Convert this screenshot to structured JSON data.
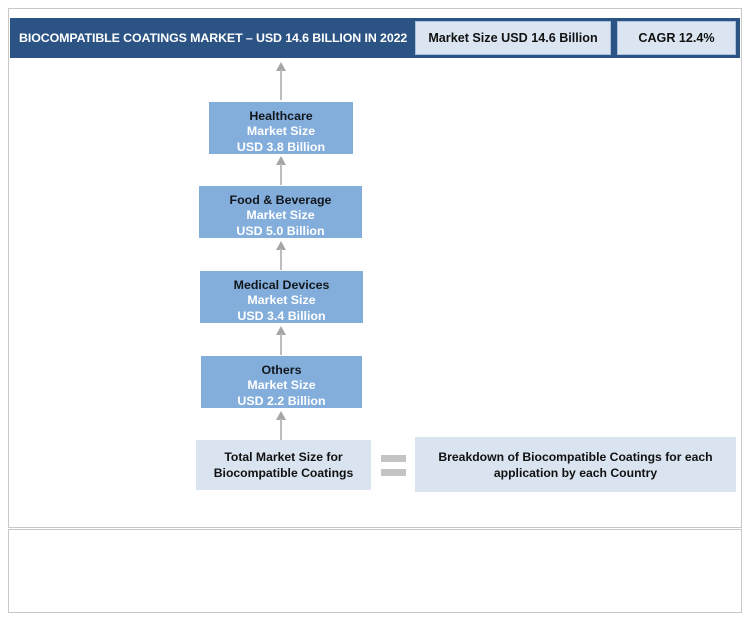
{
  "header": {
    "title": "BIOCOMPATIBLE COATINGS MARKET – USD 14.6 BILLION IN 2022",
    "chips": [
      {
        "label": "Market Size USD 14.6 Billion"
      },
      {
        "label": "CAGR 12.4%"
      }
    ],
    "bar_color": "#2b5384",
    "chip_color": "#dbe5f1"
  },
  "chart_data": {
    "type": "bar",
    "title": "BIOCOMPATIBLE COATINGS MARKET – USD 14.6 BILLION IN 2022",
    "xlabel": "",
    "ylabel": "",
    "categories": [
      "Healthcare",
      "Food & Beverage",
      "Medical Devices",
      "Others"
    ],
    "values": [
      3.8,
      5.0,
      3.4,
      2.2
    ],
    "unit": "USD Billion",
    "total": 14.6,
    "cagr": "12.4%",
    "legend": [],
    "grid": false,
    "note": "Stacked segment callouts sized by market value; total market 14.6 billion"
  },
  "segments": [
    {
      "name": "Healthcare",
      "sub1": "Market Size",
      "sub2": "USD 3.8 Billion"
    },
    {
      "name": "Food & Beverage",
      "sub1": "Market Size",
      "sub2": "USD 5.0 Billion"
    },
    {
      "name": "Medical Devices",
      "sub1": "Market Size",
      "sub2": "USD 3.4 Billion"
    },
    {
      "name": "Others",
      "sub1": "Market Size",
      "sub2": "USD 2.2 Billion"
    }
  ],
  "footer": {
    "total_box": "Total Market Size for Biocompatible Coatings",
    "equals_symbol": "=",
    "breakdown_box": "Breakdown of Biocompatible Coatings for each application by each Country"
  },
  "colors": {
    "segment_fill": "#83aedb",
    "light_fill": "#d9e4f0",
    "arrow": "#a6a6a6"
  }
}
